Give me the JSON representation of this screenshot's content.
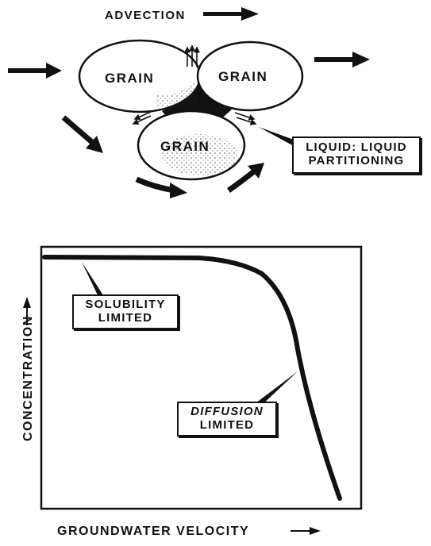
{
  "flow_diagram": {
    "advection_label": "ADVECTION",
    "grains": [
      {
        "label": "GRAIN"
      },
      {
        "label": "GRAIN"
      },
      {
        "label": "GRAIN"
      }
    ],
    "partition_callout": [
      "LIQUID: LIQUID",
      "PARTITIONING"
    ]
  },
  "curve_plot": {
    "ylabel": "CONCENTRATION",
    "xlabel": "GROUNDWATER VELOCITY",
    "solubility_callout": [
      "SOLUBILITY",
      "LIMITED"
    ],
    "diffusion_callout": [
      "DIFFUSION",
      "LIMITED"
    ]
  }
}
